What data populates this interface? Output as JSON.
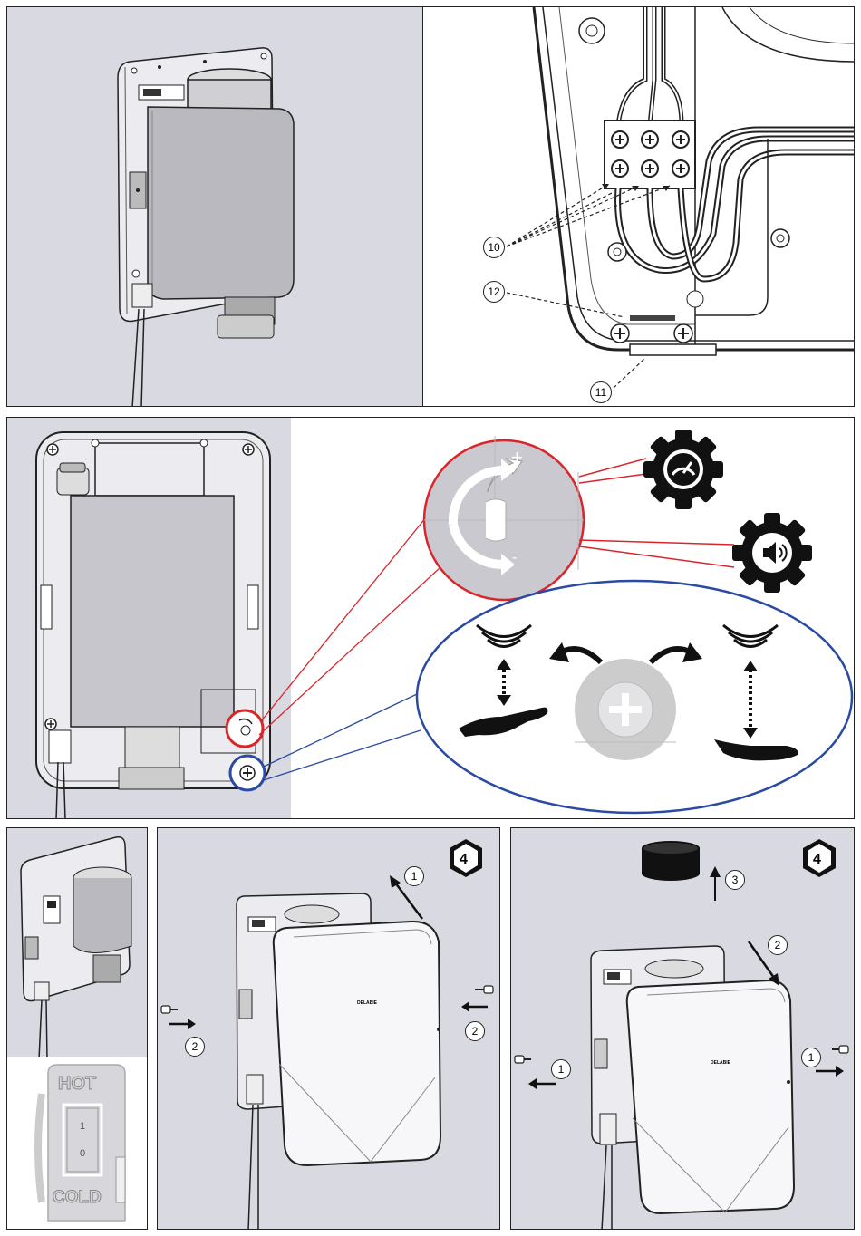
{
  "callouts": {
    "wiring_terminals": "10",
    "cable_clamp": "11",
    "strain_relief": "12"
  },
  "adjust": {
    "plus": "+",
    "minus": "-",
    "icon_speed": "gauge-gear-icon",
    "icon_volume": "speaker-gear-icon",
    "icon_sensor": "sensor-waves-icon",
    "icon_hand": "hand-icon"
  },
  "panel_g": {
    "switch_top": "HOT",
    "switch_on": "1",
    "switch_off": "0",
    "switch_bottom": "COLD"
  },
  "panel_h": {
    "tool_size": "4",
    "step1": "1",
    "step2_left": "2",
    "step2_right": "2",
    "brand": "DELABIE"
  },
  "panel_i": {
    "tool_size": "4",
    "step1_left": "1",
    "step1_right": "1",
    "step2": "2",
    "step3": "3",
    "brand": "DELABIE"
  },
  "colors": {
    "panel_bg": "#d9d9e1",
    "highlight_red": "#d9262b",
    "highlight_blue": "#2a4aa3",
    "line": "#222222"
  }
}
